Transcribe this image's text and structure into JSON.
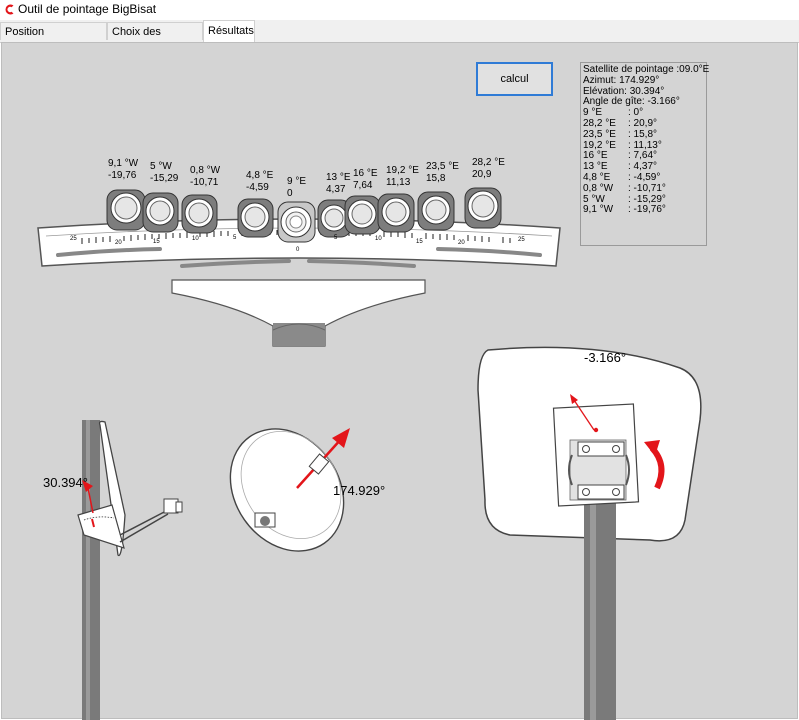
{
  "window": {
    "title": "Outil de pointage BigBisat"
  },
  "tabs": [
    {
      "label": "Position Géographique"
    },
    {
      "label": "Choix des satellites"
    },
    {
      "label": "Résultats"
    }
  ],
  "calc_button": "calcul",
  "info": {
    "satellite": "Satellite de pointage :09.0°E",
    "azimut": "Azimut: 174.929°",
    "elevation": "Elévation:  30.394°",
    "gite": "Angle de gîte:  -3.166°",
    "rows": [
      {
        "sat": "9 °E",
        "val": ": 0°"
      },
      {
        "sat": "28,2 °E",
        "val": ": 20,9°"
      },
      {
        "sat": "23,5 °E",
        "val": ": 15,8°"
      },
      {
        "sat": "19,2 °E",
        "val": ": 11,13°"
      },
      {
        "sat": "16 °E",
        "val": ": 7,64°"
      },
      {
        "sat": "13 °E",
        "val": ": 4,37°"
      },
      {
        "sat": "4,8 °E",
        "val": ": -4,59°"
      },
      {
        "sat": "0,8 °W",
        "val": ": -10,71°"
      },
      {
        "sat": "5 °W",
        "val": ": -15,29°"
      },
      {
        "sat": "9,1 °W",
        "val": ": -19,76°"
      }
    ]
  },
  "lnbs": [
    {
      "name": "9,1 °W",
      "offset": "-19,76"
    },
    {
      "name": "5 °W",
      "offset": "-15,29"
    },
    {
      "name": "0,8 °W",
      "offset": "-10,71"
    },
    {
      "name": "4,8 °E",
      "offset": "-4,59"
    },
    {
      "name": "9 °E",
      "offset": "0"
    },
    {
      "name": "13 °E",
      "offset": "4,37"
    },
    {
      "name": "16 °E",
      "offset": "7,64"
    },
    {
      "name": "19,2 °E",
      "offset": "11,13"
    },
    {
      "name": "23,5 °E",
      "offset": "15,8"
    },
    {
      "name": "28,2 °E",
      "offset": "20,9"
    }
  ],
  "scale_labels": [
    "25",
    "20",
    "15",
    "10",
    "5",
    "0",
    "5",
    "10",
    "15",
    "20",
    "25"
  ],
  "elevation_value": "30.394°",
  "azimuth_value": "174.929°",
  "skew_value": "-3.166°",
  "colors": {
    "arrow": "#e3151a",
    "accent": "#2f7bd6"
  }
}
